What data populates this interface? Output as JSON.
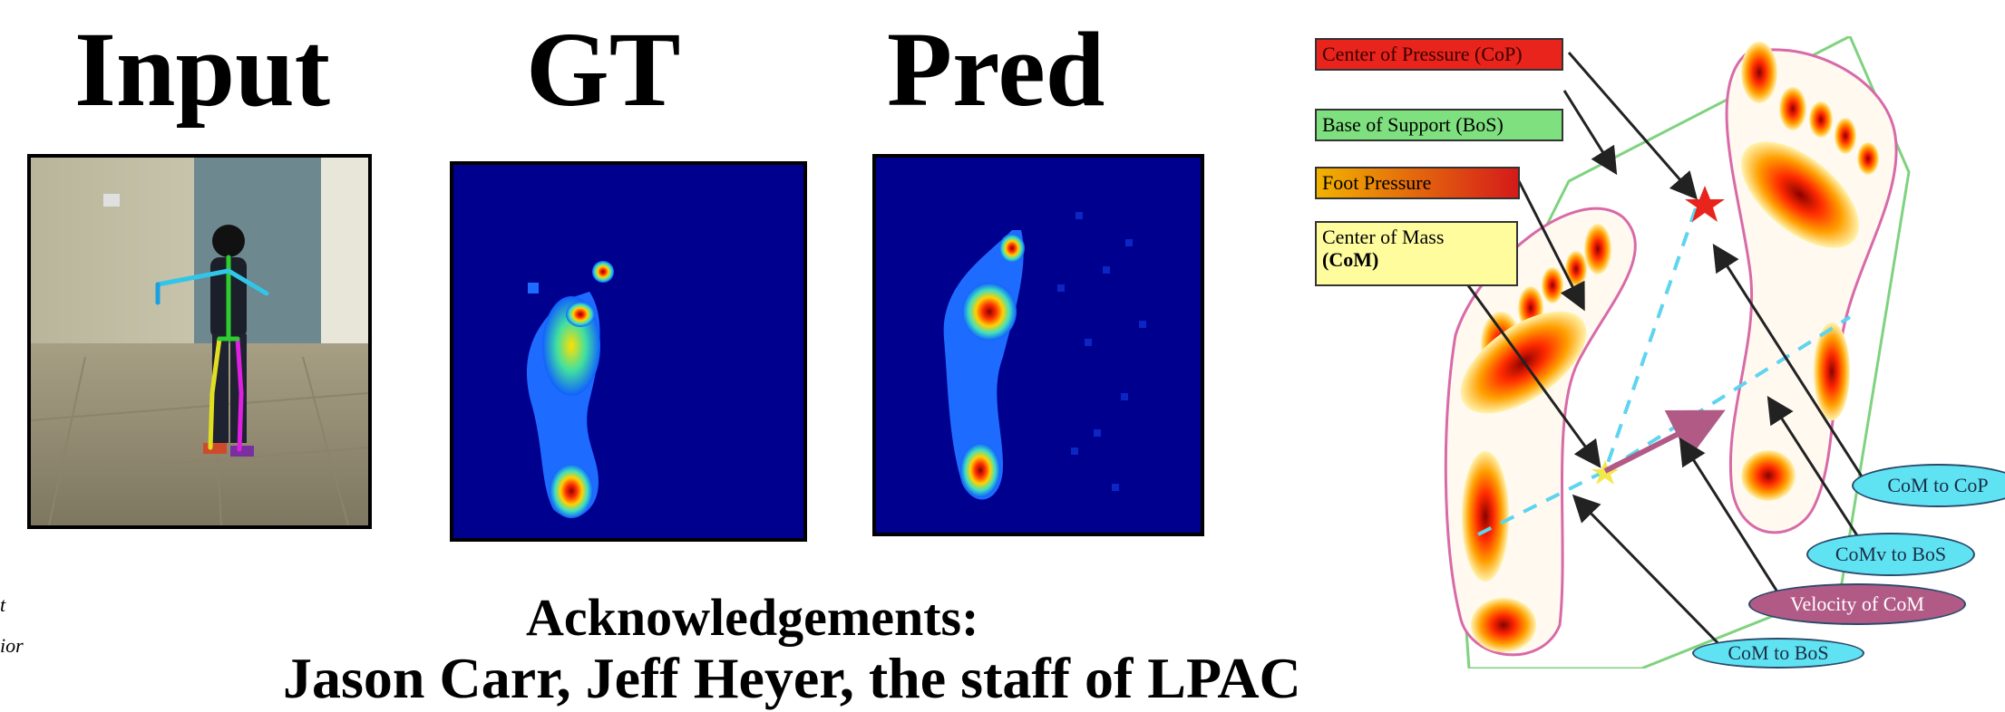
{
  "panels": {
    "input_title": "Input",
    "gt_title": "GT",
    "pred_title": "Pred"
  },
  "acknowledgements": {
    "title": "Acknowledgements:",
    "text_fragment": "Jason Carr, Jeff Heyer, the staff of LPAC"
  },
  "edge_fragments": {
    "left_top": "t",
    "left_bottom": "ior"
  },
  "diagram": {
    "labels": {
      "cop": "Center of Pressure (CoP)",
      "bos": "Base of Support (BoS)",
      "foot_pressure": "Foot Pressure",
      "com_line1": "Center of Mass",
      "com_line2": "(CoM)"
    },
    "bubbles": {
      "com_to_cop": "CoM to CoP",
      "comv_to_bos": "CoMv to BoS",
      "velocity_com": "Velocity of CoM",
      "com_to_bos": "CoM to BoS"
    },
    "colors": {
      "cop_label": "#e8241c",
      "bos_label": "#7fe07f",
      "foot_pressure_label": "#f2b200",
      "com_label": "#fffc9e",
      "bubble_cyan": "#5fe3f3",
      "bubble_magenta": "#b25a86",
      "bos_outline": "#7fd27f",
      "foot_outline": "#d86aa8",
      "dashed_line": "#5fd4ef"
    }
  }
}
